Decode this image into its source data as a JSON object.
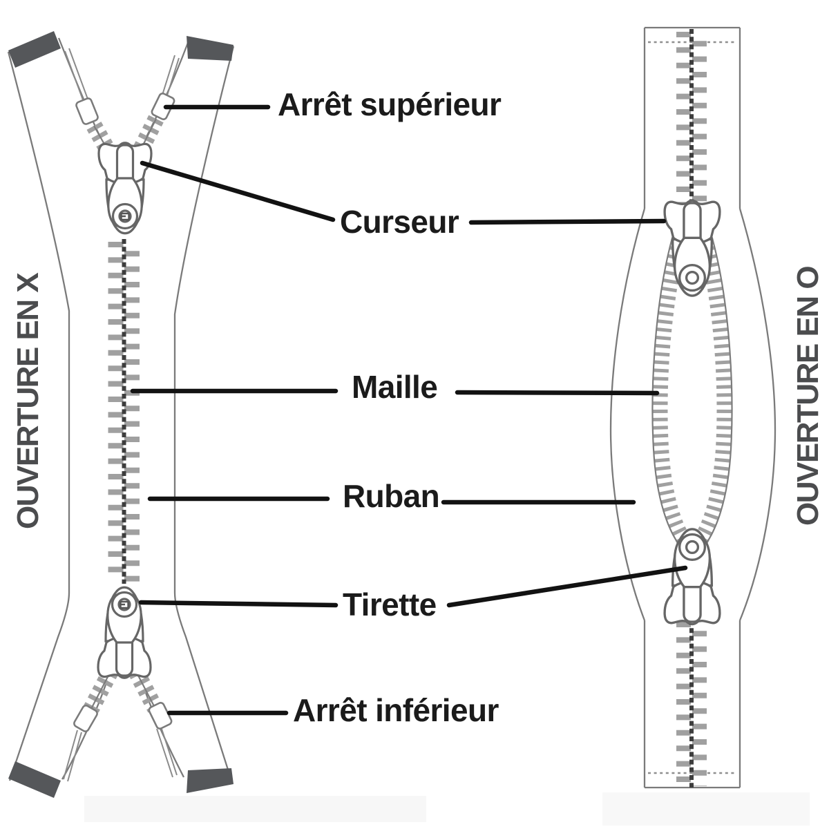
{
  "diagram": {
    "type": "zipper-anatomy",
    "left_caption": "OUVERTURE EN X",
    "right_caption": "OUVERTURE EN O",
    "labels": {
      "top_stop": "Arrêt supérieur",
      "slider": "Curseur",
      "teeth": "Maille",
      "tape": "Ruban",
      "pull_tab": "Tirette",
      "bottom_stop": "Arrêt inférieur"
    },
    "colors": {
      "background": "#ffffff",
      "line_art": "#7a7a7a",
      "teeth": "#a0a0a0",
      "teeth_spine": "#3d3d3d",
      "tape_end_cap": "#55575a",
      "leader_line": "#121212",
      "label_text": "#1b1b1b",
      "caption_text": "#4b4c4e"
    }
  }
}
